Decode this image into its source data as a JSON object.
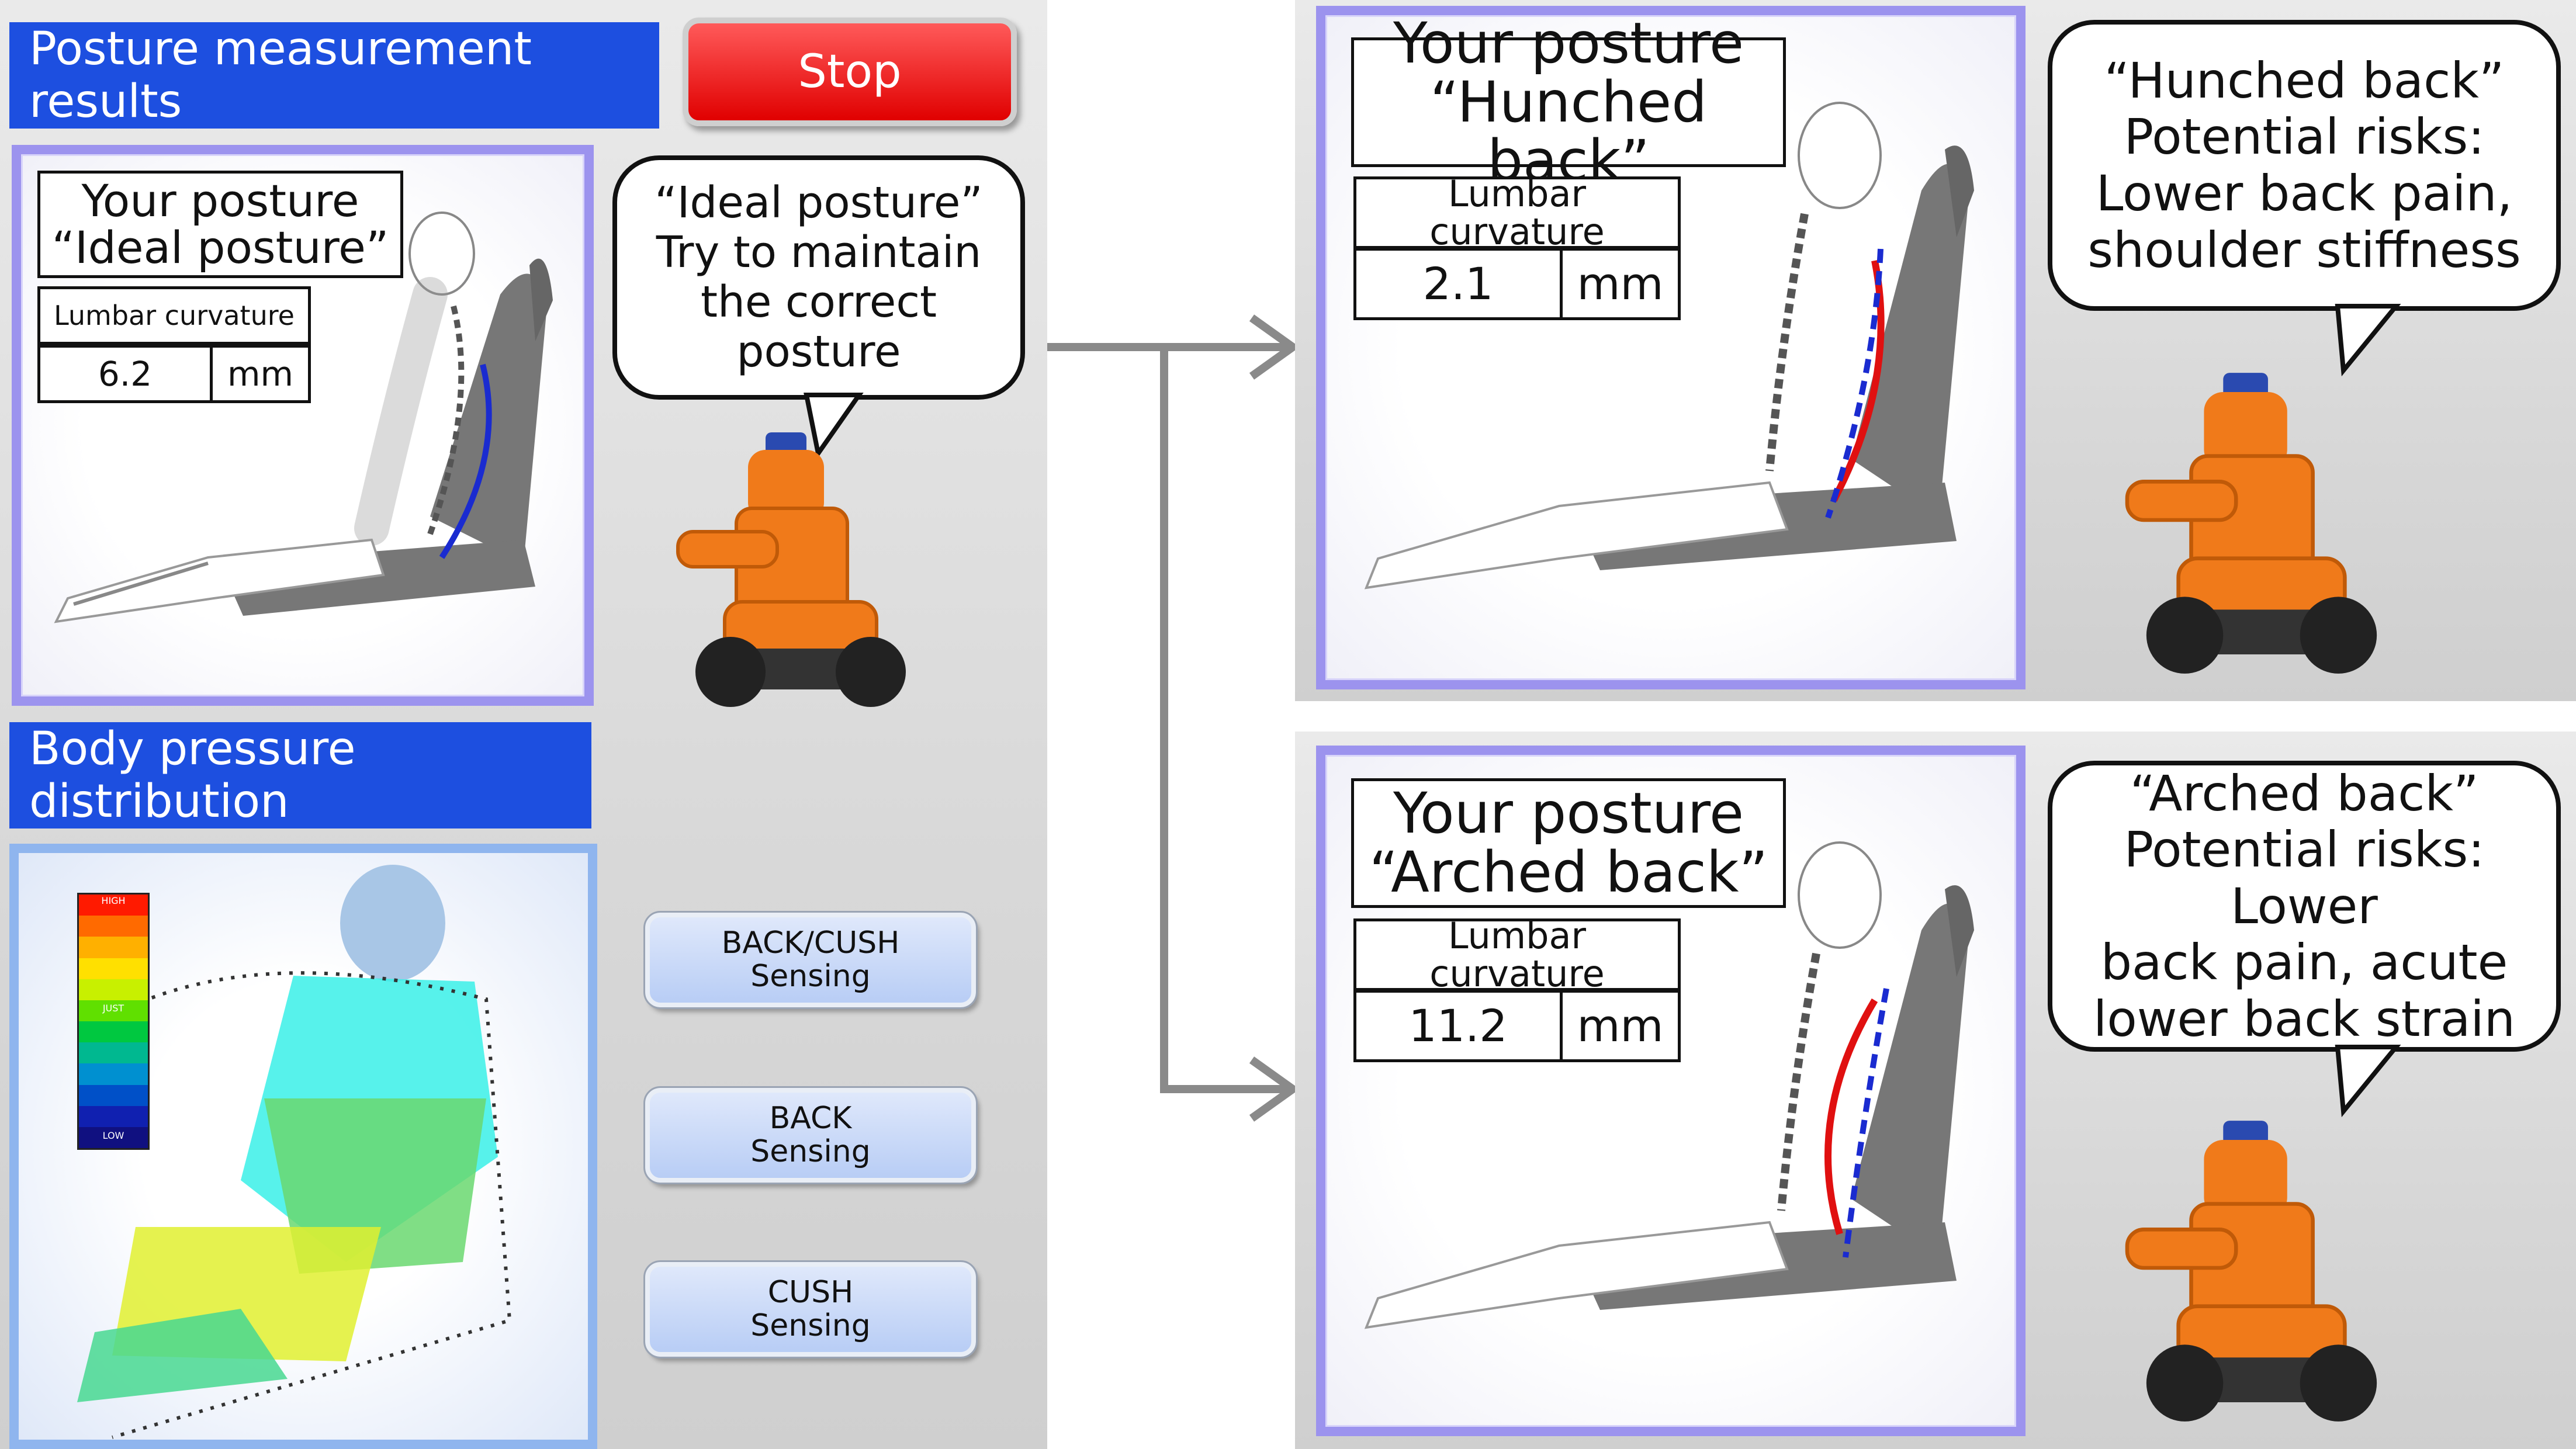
{
  "header": {
    "posture_title": "Posture measurement results",
    "stop_label": "Stop",
    "pressure_title": "Body pressure distribution"
  },
  "ideal": {
    "posture_line1": "Your posture",
    "posture_line2": "“Ideal posture”",
    "lumbar_label": "Lumbar curvature",
    "value": "6.2",
    "unit": "mm",
    "bubble": [
      "“Ideal posture”",
      "Try to maintain",
      "the correct",
      "posture"
    ]
  },
  "hunched": {
    "posture_line1": "Your posture",
    "posture_line2": "“Hunched back”",
    "lumbar_label": "Lumbar curvature",
    "value": "2.1",
    "unit": "mm",
    "bubble": [
      "“Hunched back”",
      "Potential risks:",
      "Lower back pain,",
      "shoulder stiffness"
    ]
  },
  "arched": {
    "posture_line1": "Your posture",
    "posture_line2": "“Arched back”",
    "lumbar_label": "Lumbar curvature",
    "value": "11.2",
    "unit": "mm",
    "bubble": [
      "“Arched back”",
      "Potential risks: Lower",
      "back pain, acute",
      "lower back strain"
    ]
  },
  "pressure_scale": {
    "high": "HIGH",
    "just": "JUST",
    "low": "LOW",
    "colors": [
      "#ff1a00",
      "#ff6a00",
      "#ffb000",
      "#ffe000",
      "#c8f000",
      "#60e000",
      "#00c840",
      "#00b890",
      "#0090d0",
      "#0050c8",
      "#1020b0",
      "#101080"
    ]
  },
  "sensing": [
    {
      "line1": "BACK/CUSH",
      "line2": "Sensing"
    },
    {
      "line1": "BACK",
      "line2": "Sensing"
    },
    {
      "line1": "CUSH",
      "line2": "Sensing"
    }
  ],
  "colors": {
    "accent_blue": "#1d4fe0",
    "stop_red": "#e00000",
    "seat_orange": "#f07a1a",
    "curve_blue": "#1a2bd0",
    "curve_red": "#e01010"
  }
}
